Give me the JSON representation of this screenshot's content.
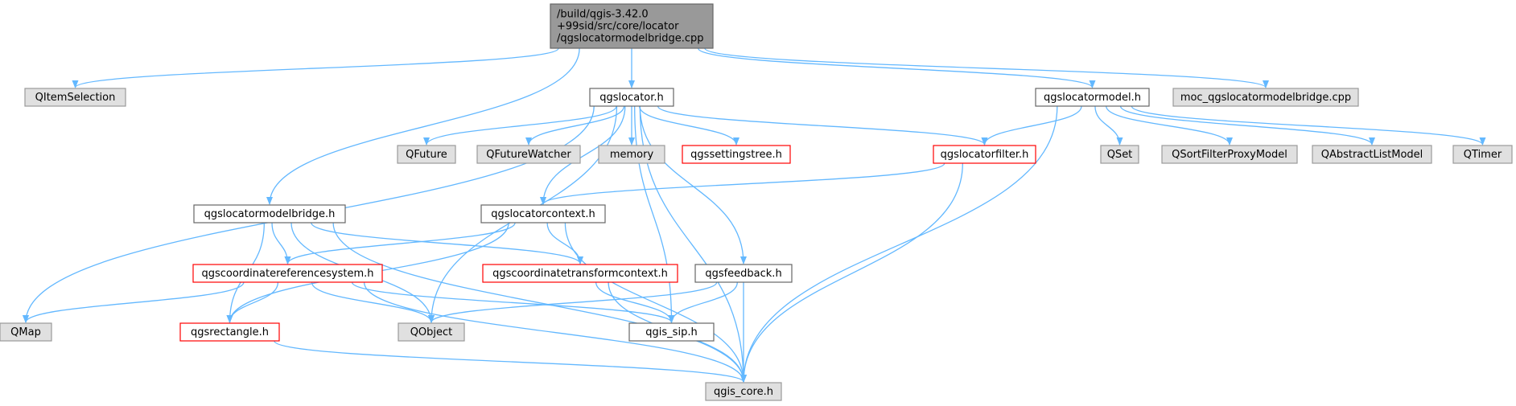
{
  "colors": {
    "edge": "#63b8ff",
    "root_fill": "#999999",
    "root_stroke": "#666666",
    "normal_fill": "#ffffff",
    "normal_stroke": "#666666",
    "external_fill": "#e0e0e0",
    "external_stroke": "#999999",
    "incomplete_stroke": "#ff0000",
    "text": "#000000"
  },
  "nodes": [
    {
      "id": "root",
      "kind": "root",
      "lines": [
        "/build/qgis-3.42.0",
        "+99sid/src/core/locator",
        "/qgslocatormodelbridge.cpp"
      ]
    },
    {
      "id": "qitemselection",
      "kind": "external",
      "lines": [
        "QItemSelection"
      ]
    },
    {
      "id": "qgslocator_h",
      "kind": "normal",
      "lines": [
        "qgslocator.h"
      ]
    },
    {
      "id": "qgslocatormodel_h",
      "kind": "normal",
      "lines": [
        "qgslocatormodel.h"
      ]
    },
    {
      "id": "moc_cpp",
      "kind": "external",
      "lines": [
        "moc_qgslocatormodelbridge.cpp"
      ]
    },
    {
      "id": "qfuture",
      "kind": "external",
      "lines": [
        "QFuture"
      ]
    },
    {
      "id": "qfuturewatcher",
      "kind": "external",
      "lines": [
        "QFutureWatcher"
      ]
    },
    {
      "id": "memory",
      "kind": "external",
      "lines": [
        "memory"
      ]
    },
    {
      "id": "qgssettingstree_h",
      "kind": "incomplete",
      "lines": [
        "qgssettingstree.h"
      ]
    },
    {
      "id": "qgslocatorfilter_h",
      "kind": "incomplete",
      "lines": [
        "qgslocatorfilter.h"
      ]
    },
    {
      "id": "qset",
      "kind": "external",
      "lines": [
        "QSet"
      ]
    },
    {
      "id": "qsortfilterproxymodel",
      "kind": "external",
      "lines": [
        "QSortFilterProxyModel"
      ]
    },
    {
      "id": "qabstractlistmodel",
      "kind": "external",
      "lines": [
        "QAbstractListModel"
      ]
    },
    {
      "id": "qtimer",
      "kind": "external",
      "lines": [
        "QTimer"
      ]
    },
    {
      "id": "qgslocatormodelbridge_h",
      "kind": "normal",
      "lines": [
        "qgslocatormodelbridge.h"
      ]
    },
    {
      "id": "qgslocatorcontext_h",
      "kind": "normal",
      "lines": [
        "qgslocatorcontext.h"
      ]
    },
    {
      "id": "qgscrs_h",
      "kind": "incomplete",
      "lines": [
        "qgscoordinatereferencesystem.h"
      ]
    },
    {
      "id": "qgsctc_h",
      "kind": "incomplete",
      "lines": [
        "qgscoordinatetransformcontext.h"
      ]
    },
    {
      "id": "qgsfeedback_h",
      "kind": "normal",
      "lines": [
        "qgsfeedback.h"
      ]
    },
    {
      "id": "qmap",
      "kind": "external",
      "lines": [
        "QMap"
      ]
    },
    {
      "id": "qgsrectangle_h",
      "kind": "incomplete",
      "lines": [
        "qgsrectangle.h"
      ]
    },
    {
      "id": "qobject",
      "kind": "external",
      "lines": [
        "QObject"
      ]
    },
    {
      "id": "qgis_sip_h",
      "kind": "normal",
      "lines": [
        "qgis_sip.h"
      ]
    },
    {
      "id": "qgis_core_h",
      "kind": "external",
      "lines": [
        "qgis_core.h"
      ]
    }
  ],
  "edges": [
    [
      "root",
      "qitemselection"
    ],
    [
      "root",
      "qgslocator_h"
    ],
    [
      "root",
      "qgslocatormodel_h"
    ],
    [
      "root",
      "moc_cpp"
    ],
    [
      "root",
      "qgslocatormodelbridge_h"
    ],
    [
      "qgslocator_h",
      "qfuture"
    ],
    [
      "qgslocator_h",
      "qfuturewatcher"
    ],
    [
      "qgslocator_h",
      "memory"
    ],
    [
      "qgslocator_h",
      "qgssettingstree_h"
    ],
    [
      "qgslocator_h",
      "qgslocatorfilter_h"
    ],
    [
      "qgslocator_h",
      "qgslocatorcontext_h"
    ],
    [
      "qgslocator_h",
      "qgsfeedback_h"
    ],
    [
      "qgslocator_h",
      "qmap"
    ],
    [
      "qgslocator_h",
      "qobject"
    ],
    [
      "qgslocator_h",
      "qgis_sip_h"
    ],
    [
      "qgslocator_h",
      "qgis_core_h"
    ],
    [
      "qgslocatormodel_h",
      "qgslocatorfilter_h"
    ],
    [
      "qgslocatormodel_h",
      "qset"
    ],
    [
      "qgslocatormodel_h",
      "qsortfilterproxymodel"
    ],
    [
      "qgslocatormodel_h",
      "qabstractlistmodel"
    ],
    [
      "qgslocatormodel_h",
      "qtimer"
    ],
    [
      "qgslocatormodel_h",
      "qgis_core_h"
    ],
    [
      "qgslocatorfilter_h",
      "qgslocatorcontext_h"
    ],
    [
      "qgslocatorfilter_h",
      "qgis_core_h"
    ],
    [
      "qgslocatormodelbridge_h",
      "qgscrs_h"
    ],
    [
      "qgslocatormodelbridge_h",
      "qgsctc_h"
    ],
    [
      "qgslocatormodelbridge_h",
      "qgsrectangle_h"
    ],
    [
      "qgslocatormodelbridge_h",
      "qobject"
    ],
    [
      "qgslocatormodelbridge_h",
      "qgis_core_h"
    ],
    [
      "qgslocatorcontext_h",
      "qgscrs_h"
    ],
    [
      "qgslocatorcontext_h",
      "qgsctc_h"
    ],
    [
      "qgslocatorcontext_h",
      "qgsrectangle_h"
    ],
    [
      "qgslocatorcontext_h",
      "qgis_core_h"
    ],
    [
      "qgscrs_h",
      "qmap"
    ],
    [
      "qgscrs_h",
      "qgsrectangle_h"
    ],
    [
      "qgscrs_h",
      "qobject"
    ],
    [
      "qgscrs_h",
      "qgis_sip_h"
    ],
    [
      "qgscrs_h",
      "qgis_core_h"
    ],
    [
      "qgsctc_h",
      "qgis_sip_h"
    ],
    [
      "qgsctc_h",
      "qgis_core_h"
    ],
    [
      "qgsfeedback_h",
      "qobject"
    ],
    [
      "qgsfeedback_h",
      "qgis_sip_h"
    ],
    [
      "qgsfeedback_h",
      "qgis_core_h"
    ],
    [
      "qgsrectangle_h",
      "qgis_core_h"
    ]
  ]
}
